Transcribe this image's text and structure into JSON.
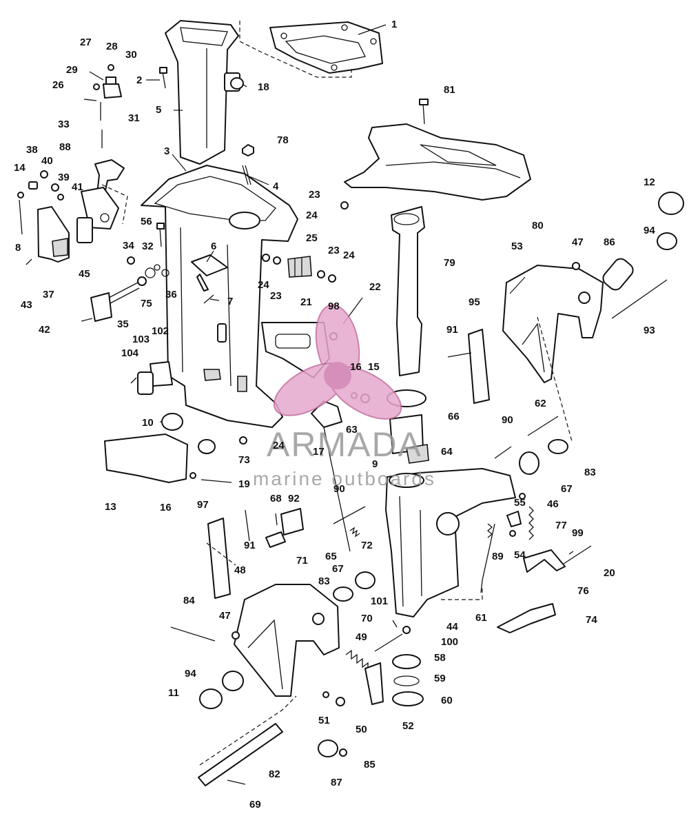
{
  "watermark": {
    "brand": "ARMADA",
    "tagline": "marine outboards",
    "accent_color": "#d07cae",
    "icon": "propeller-icon"
  },
  "callouts": [
    {
      "id": "c1",
      "label": "1"
    },
    {
      "id": "c2",
      "label": "2"
    },
    {
      "id": "c3",
      "label": "3"
    },
    {
      "id": "c4",
      "label": "4"
    },
    {
      "id": "c5",
      "label": "5"
    },
    {
      "id": "c6",
      "label": "6"
    },
    {
      "id": "c7",
      "label": "7"
    },
    {
      "id": "c8",
      "label": "8"
    },
    {
      "id": "c9",
      "label": "9"
    },
    {
      "id": "c10",
      "label": "10"
    },
    {
      "id": "c11",
      "label": "11"
    },
    {
      "id": "c12",
      "label": "12"
    },
    {
      "id": "c13",
      "label": "13"
    },
    {
      "id": "c14",
      "label": "14"
    },
    {
      "id": "c15",
      "label": "15"
    },
    {
      "id": "c16a",
      "label": "16"
    },
    {
      "id": "c16b",
      "label": "16"
    },
    {
      "id": "c17",
      "label": "17"
    },
    {
      "id": "c18",
      "label": "18"
    },
    {
      "id": "c19",
      "label": "19"
    },
    {
      "id": "c20",
      "label": "20"
    },
    {
      "id": "c21",
      "label": "21"
    },
    {
      "id": "c22",
      "label": "22"
    },
    {
      "id": "c23a",
      "label": "23"
    },
    {
      "id": "c23b",
      "label": "23"
    },
    {
      "id": "c23c",
      "label": "23"
    },
    {
      "id": "c24a",
      "label": "24"
    },
    {
      "id": "c24b",
      "label": "24"
    },
    {
      "id": "c24c",
      "label": "24"
    },
    {
      "id": "c24d",
      "label": "24"
    },
    {
      "id": "c25",
      "label": "25"
    },
    {
      "id": "c26",
      "label": "26"
    },
    {
      "id": "c27",
      "label": "27"
    },
    {
      "id": "c28",
      "label": "28"
    },
    {
      "id": "c29",
      "label": "29"
    },
    {
      "id": "c30",
      "label": "30"
    },
    {
      "id": "c31",
      "label": "31"
    },
    {
      "id": "c32",
      "label": "32"
    },
    {
      "id": "c33",
      "label": "33"
    },
    {
      "id": "c34",
      "label": "34"
    },
    {
      "id": "c35",
      "label": "35"
    },
    {
      "id": "c36",
      "label": "36"
    },
    {
      "id": "c37",
      "label": "37"
    },
    {
      "id": "c38",
      "label": "38"
    },
    {
      "id": "c39",
      "label": "39"
    },
    {
      "id": "c40",
      "label": "40"
    },
    {
      "id": "c41",
      "label": "41"
    },
    {
      "id": "c42",
      "label": "42"
    },
    {
      "id": "c43",
      "label": "43"
    },
    {
      "id": "c44",
      "label": "44"
    },
    {
      "id": "c45",
      "label": "45"
    },
    {
      "id": "c46",
      "label": "46"
    },
    {
      "id": "c47a",
      "label": "47"
    },
    {
      "id": "c47b",
      "label": "47"
    },
    {
      "id": "c48",
      "label": "48"
    },
    {
      "id": "c49",
      "label": "49"
    },
    {
      "id": "c50",
      "label": "50"
    },
    {
      "id": "c51",
      "label": "51"
    },
    {
      "id": "c52",
      "label": "52"
    },
    {
      "id": "c53",
      "label": "53"
    },
    {
      "id": "c54",
      "label": "54"
    },
    {
      "id": "c55",
      "label": "55"
    },
    {
      "id": "c56",
      "label": "56"
    },
    {
      "id": "c58",
      "label": "58"
    },
    {
      "id": "c59",
      "label": "59"
    },
    {
      "id": "c60",
      "label": "60"
    },
    {
      "id": "c61",
      "label": "61"
    },
    {
      "id": "c62",
      "label": "62"
    },
    {
      "id": "c63",
      "label": "63"
    },
    {
      "id": "c64",
      "label": "64"
    },
    {
      "id": "c65",
      "label": "65"
    },
    {
      "id": "c66",
      "label": "66"
    },
    {
      "id": "c67a",
      "label": "67"
    },
    {
      "id": "c67b",
      "label": "67"
    },
    {
      "id": "c68",
      "label": "68"
    },
    {
      "id": "c69",
      "label": "69"
    },
    {
      "id": "c70",
      "label": "70"
    },
    {
      "id": "c71",
      "label": "71"
    },
    {
      "id": "c72",
      "label": "72"
    },
    {
      "id": "c73",
      "label": "73"
    },
    {
      "id": "c74",
      "label": "74"
    },
    {
      "id": "c75",
      "label": "75"
    },
    {
      "id": "c76",
      "label": "76"
    },
    {
      "id": "c77",
      "label": "77"
    },
    {
      "id": "c78",
      "label": "78"
    },
    {
      "id": "c79",
      "label": "79"
    },
    {
      "id": "c80",
      "label": "80"
    },
    {
      "id": "c81",
      "label": "81"
    },
    {
      "id": "c82",
      "label": "82"
    },
    {
      "id": "c83a",
      "label": "83"
    },
    {
      "id": "c83b",
      "label": "83"
    },
    {
      "id": "c84",
      "label": "84"
    },
    {
      "id": "c85",
      "label": "85"
    },
    {
      "id": "c86",
      "label": "86"
    },
    {
      "id": "c87",
      "label": "87"
    },
    {
      "id": "c88",
      "label": "88"
    },
    {
      "id": "c89",
      "label": "89"
    },
    {
      "id": "c90a",
      "label": "90"
    },
    {
      "id": "c90b",
      "label": "90"
    },
    {
      "id": "c91a",
      "label": "91"
    },
    {
      "id": "c91b",
      "label": "91"
    },
    {
      "id": "c92",
      "label": "92"
    },
    {
      "id": "c93",
      "label": "93"
    },
    {
      "id": "c94a",
      "label": "94"
    },
    {
      "id": "c94b",
      "label": "94"
    },
    {
      "id": "c95",
      "label": "95"
    },
    {
      "id": "c97",
      "label": "97"
    },
    {
      "id": "c98",
      "label": "98"
    },
    {
      "id": "c99",
      "label": "99"
    },
    {
      "id": "c100",
      "label": "100"
    },
    {
      "id": "c101",
      "label": "101"
    },
    {
      "id": "c102",
      "label": "102"
    },
    {
      "id": "c103",
      "label": "103"
    },
    {
      "id": "c104",
      "label": "104"
    }
  ]
}
